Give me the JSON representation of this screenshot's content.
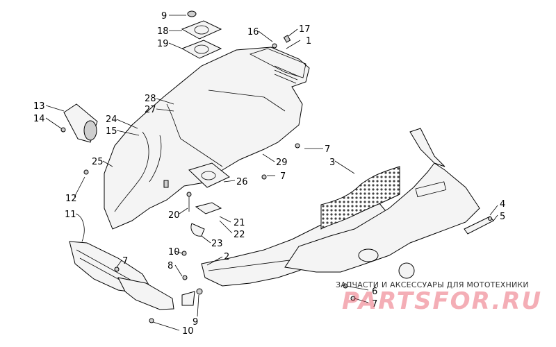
{
  "callouts": [
    "9",
    "18",
    "19",
    "16",
    "17",
    "1",
    "28",
    "27",
    "13",
    "14",
    "24",
    "15",
    "25",
    "12",
    "11",
    "29",
    "7",
    "7",
    "26",
    "20",
    "21",
    "22",
    "23",
    "10",
    "8",
    "7",
    "2",
    "3",
    "4",
    "5",
    "6",
    "7",
    "9",
    "10"
  ],
  "watermark": {
    "subtitle": "ЗАПЧАСТИ И АКСЕССУАРЫ ДЛЯ МОТОТЕХНИКИ",
    "brand": "PARTSFOR.RU",
    "color": "#e74c5d"
  }
}
